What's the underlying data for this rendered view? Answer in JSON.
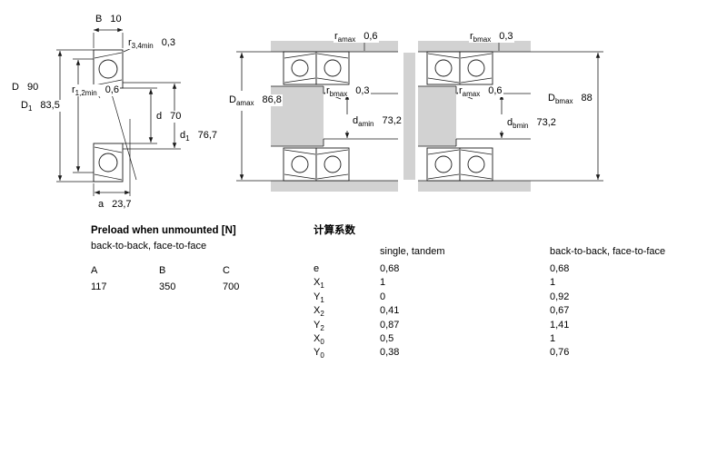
{
  "left_drawing": {
    "B": {
      "name": "B",
      "sub": "",
      "value": "10"
    },
    "r34": {
      "name": "r",
      "sub": "3,4min",
      "value": "0,3"
    },
    "D": {
      "name": "D",
      "sub": "",
      "value": "90"
    },
    "D1": {
      "name": "D",
      "sub": "1",
      "value": "83,5"
    },
    "r12": {
      "name": "r",
      "sub": "1,2min",
      "value": "0,6"
    },
    "d": {
      "name": "d",
      "sub": "",
      "value": "70"
    },
    "d1": {
      "name": "d",
      "sub": "1",
      "value": "76,7"
    },
    "a": {
      "name": "a",
      "sub": "",
      "value": "23,7"
    }
  },
  "middle_drawing": {
    "ramax": {
      "name": "r",
      "sub": "amax",
      "value": "0,6"
    },
    "Damax": {
      "name": "D",
      "sub": "amax",
      "value": "86,8"
    },
    "rbmax": {
      "name": "r",
      "sub": "bmax",
      "value": "0,3"
    },
    "damin": {
      "name": "d",
      "sub": "amin",
      "value": "73,2"
    }
  },
  "right_drawing": {
    "rbmax": {
      "name": "r",
      "sub": "bmax",
      "value": "0,3"
    },
    "ramax": {
      "name": "r",
      "sub": "amax",
      "value": "0,6"
    },
    "Dbmax": {
      "name": "D",
      "sub": "bmax",
      "value": "88"
    },
    "dbmin": {
      "name": "d",
      "sub": "bmin",
      "value": "73,2"
    }
  },
  "preload": {
    "title": "Preload when unmounted [N]",
    "subtitle": "back-to-back, face-to-face",
    "columns": [
      {
        "header": "A",
        "value": "117"
      },
      {
        "header": "B",
        "value": "350"
      },
      {
        "header": "C",
        "value": "700"
      }
    ]
  },
  "factors": {
    "title": "计算系数",
    "col1_header": "single, tandem",
    "col2_header": "back-to-back, face-to-face",
    "rows": [
      {
        "name": "e",
        "sub": "",
        "single_tandem": "0,68",
        "btb_ftf": "0,68"
      },
      {
        "name": "X",
        "sub": "1",
        "single_tandem": "1",
        "btb_ftf": "1"
      },
      {
        "name": "Y",
        "sub": "1",
        "single_tandem": "0",
        "btb_ftf": "0,92"
      },
      {
        "name": "X",
        "sub": "2",
        "single_tandem": "0,41",
        "btb_ftf": "0,67"
      },
      {
        "name": "Y",
        "sub": "2",
        "single_tandem": "0,87",
        "btb_ftf": "1,41"
      },
      {
        "name": "X",
        "sub": "0",
        "single_tandem": "0,5",
        "btb_ftf": "1"
      },
      {
        "name": "Y",
        "sub": "0",
        "single_tandem": "0,38",
        "btb_ftf": "0,76"
      }
    ]
  }
}
